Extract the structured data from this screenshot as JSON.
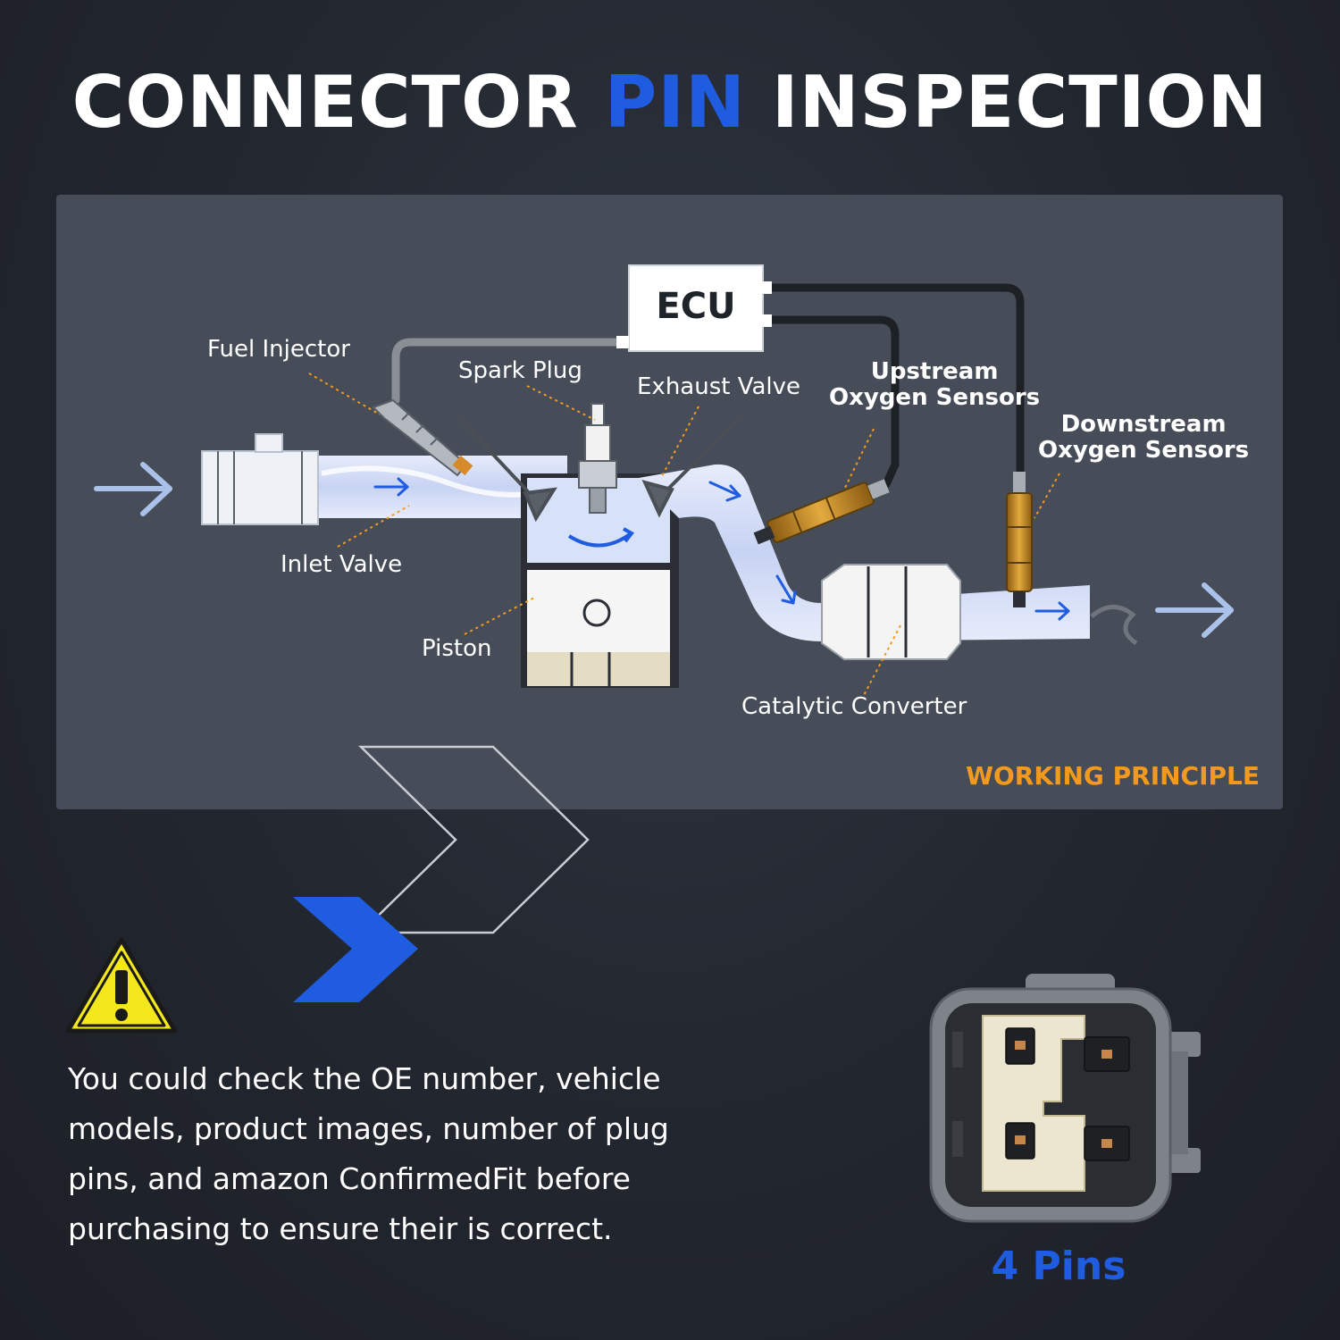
{
  "header": {
    "title_pre": "CONNECTOR",
    "title_accent": "PIN",
    "title_post": "INSPECTION"
  },
  "diagram": {
    "ecu": "ECU",
    "labels": {
      "fuel_injector": "Fuel Injector",
      "spark_plug": "Spark Plug",
      "exhaust_valve": "Exhaust Valve",
      "upstream_line1": "Upstream",
      "upstream_line2": "Oxygen Sensors",
      "downstream_line1": "Downstream",
      "downstream_line2": "Oxygen Sensors",
      "inlet_valve": "Inlet Valve",
      "piston": "Piston",
      "catalytic_converter": "Catalytic Converter"
    },
    "tag": "WORKING PRINCIPLE"
  },
  "note": {
    "text": "You could check the OE number, vehicle models, product images, number of plug pins, and amazon ConfirmedFit before purchasing to ensure their is correct."
  },
  "connector": {
    "pin_label": "4 Pins"
  },
  "colors": {
    "accent_blue": "#1f5ce0",
    "accent_orange": "#f39a1e",
    "warning_yellow": "#f4e81c"
  }
}
